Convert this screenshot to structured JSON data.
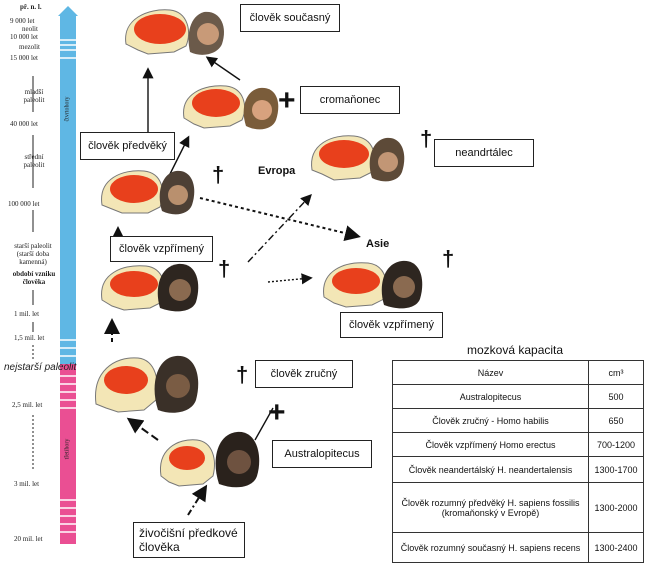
{
  "timeline": {
    "labels": [
      "př. n. l.",
      "9 000 let",
      "neolit",
      "10 000 let",
      "mezolit",
      "15 000 let",
      "mladší paleolit",
      "40 000 let",
      "střední paleolit",
      "100 000 let",
      "starší paleolit (starší doba kamenná)",
      "období vzniku člověka",
      "1 mil. let",
      "1,5 mil. let",
      "nejstarší paleolit",
      "2,5 mil. let",
      "3 mil. let",
      "20 mil. let"
    ],
    "bar_top_label": "čtvrtohory",
    "bar_bottom_label": "třetihory",
    "colors": {
      "top": "#5fb7e4",
      "bottom": "#ea4f93"
    }
  },
  "species": {
    "soucasny": "člověk současný",
    "cromanonec": "cromaňonec",
    "predvekly": "člověk předvěký",
    "neandrtalec": "neandrtálec",
    "vzprimeny": "člověk vzpřímený",
    "vzprimeny_asie": "člověk vzpřímený",
    "zrucny": "člověk zručný",
    "australopitecus": "Australopitecus",
    "predci": "živočišní předkové člověka"
  },
  "regions": {
    "evropa": "Evropa",
    "asie": "Asie"
  },
  "table": {
    "title": "mozková kapacita",
    "headers": [
      "Název",
      "cm³"
    ],
    "rows": [
      [
        "Australopitecus",
        "500"
      ],
      [
        "Člověk zručný - Homo habilis",
        "650"
      ],
      [
        "Člověk vzpřímený Homo erectus",
        "700-1200"
      ],
      [
        "Člověk neandertálský H. neandertalensis",
        "1300-1700"
      ],
      [
        "Člověk rozumný předvěký H. sapiens fossilis (kromaňonský v Evropě)",
        "1300-2000"
      ],
      [
        "Člověk rozumný současný H. sapiens recens",
        "1300-2400"
      ]
    ]
  },
  "colors": {
    "brain": "#e8401c",
    "skull": "#f3e6b6"
  }
}
